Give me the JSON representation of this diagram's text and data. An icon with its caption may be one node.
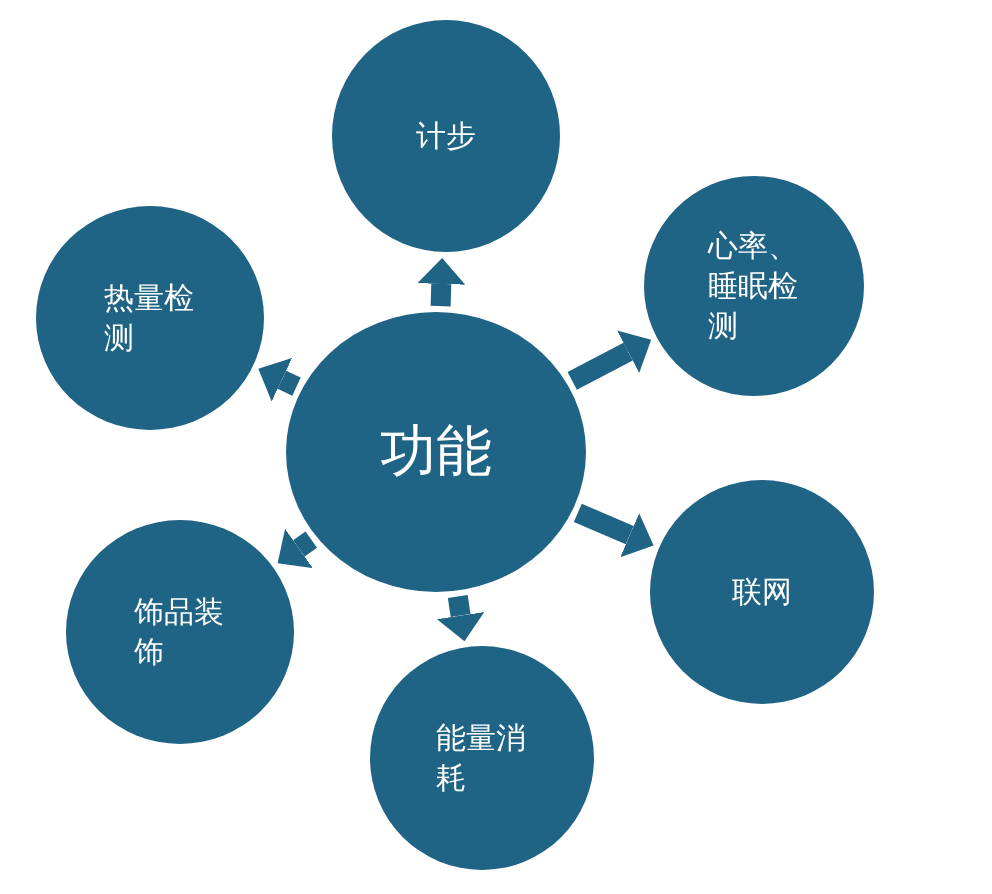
{
  "diagram": {
    "nodes": [
      {
        "text": [
          "功能"
        ]
      },
      {
        "text": [
          "计步"
        ]
      },
      {
        "text": [
          "心率、睡眠检测"
        ]
      },
      {
        "text": [
          "联网"
        ]
      },
      {
        "text": [
          "能量消耗"
        ]
      },
      {
        "text": [
          "饰品装饰"
        ]
      },
      {
        "text": [
          "热量检测"
        ]
      }
    ],
    "edges": [
      {
        "from": 0,
        "to": 1,
        "arrow": "to"
      },
      {
        "from": 0,
        "to": 2,
        "arrow": "to"
      },
      {
        "from": 0,
        "to": 3,
        "arrow": "to"
      },
      {
        "from": 0,
        "to": 4,
        "arrow": "to"
      },
      {
        "from": 0,
        "to": 5,
        "arrow": "to"
      },
      {
        "from": 0,
        "to": 6,
        "arrow": "to"
      }
    ]
  }
}
